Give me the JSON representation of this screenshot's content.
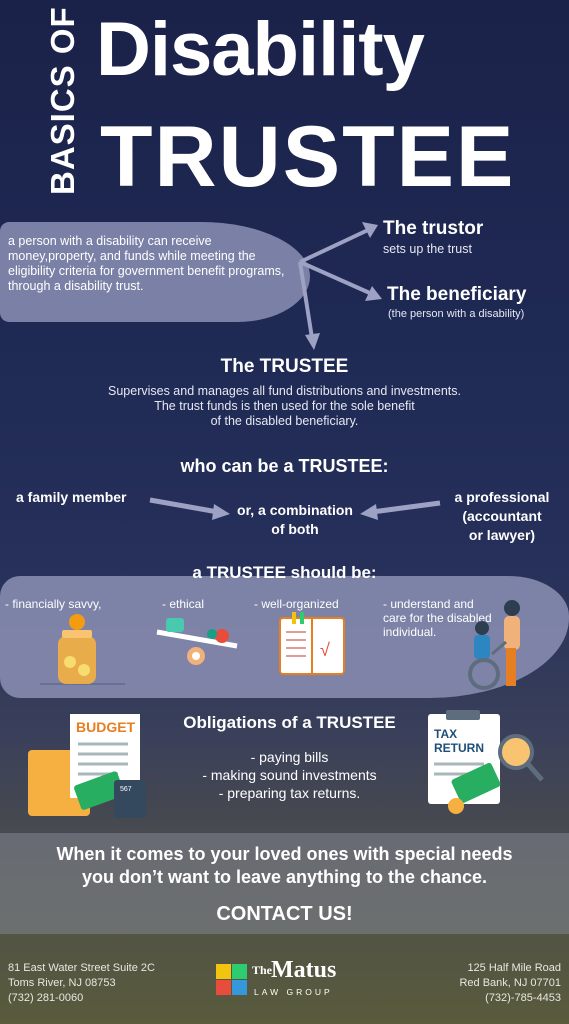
{
  "header": {
    "side_label": "BASICS OF",
    "title_line1": "Disability",
    "title_line2": "TRUSTEE"
  },
  "intro": {
    "text": "a person with a disability can receive money,property, and funds while meeting the eligibility criteria for government benefit programs, through a disability trust."
  },
  "roles": {
    "trustor_heading": "The trustor",
    "trustor_desc": "sets up the trust",
    "beneficiary_heading": "The beneficiary",
    "beneficiary_desc": "(the person with a disability)",
    "trustee_heading": "The TRUSTEE",
    "trustee_desc_line1": "Supervises and manages all fund distributions and investments.",
    "trustee_desc_line2": "The trust funds is then used for the sole benefit",
    "trustee_desc_line3": "of the disabled beneficiary."
  },
  "who": {
    "heading": "who can be a TRUSTEE:",
    "family": "a family member",
    "combo_line1": "or, a combination",
    "combo_line2": "of both",
    "pro_line1": "a professional",
    "pro_line2": "(accountant",
    "pro_line3": "or lawyer)"
  },
  "qualities": {
    "heading": "a TRUSTEE should be:",
    "items": [
      "- financially savvy,",
      "- ethical",
      "- well-organized",
      "- understand and care for the disabled individual."
    ]
  },
  "obligations": {
    "heading": "Obligations of a TRUSTEE",
    "items": [
      "- paying bills",
      "- making sound investments",
      "- preparing tax returns."
    ],
    "budget_label": "BUDGET",
    "calc_display": "567",
    "tax_label_1": "TAX",
    "tax_label_2": "RETURN"
  },
  "cta": {
    "line1": "When it comes to your loved ones with special needs",
    "line2": "you don’t want to leave anything to the chance.",
    "contact": "CONTACT US!"
  },
  "footer": {
    "left_line1": "81 East Water Street Suite 2C",
    "left_line2": "Toms River, NJ 08753",
    "left_line3": "(732) 281-0060",
    "right_line1": "125 Half Mile Road",
    "right_line2": "Red Bank, NJ 07701",
    "right_line3": "(732)-785-4453",
    "logo_the": "The",
    "logo_name": "Matus",
    "logo_sub": "LAW GROUP"
  },
  "colors": {
    "navy": "#1b2249",
    "blob": "#8c90b5",
    "arrow": "#9da1c4",
    "orange": "#f39c12",
    "red": "#e74c3c"
  }
}
